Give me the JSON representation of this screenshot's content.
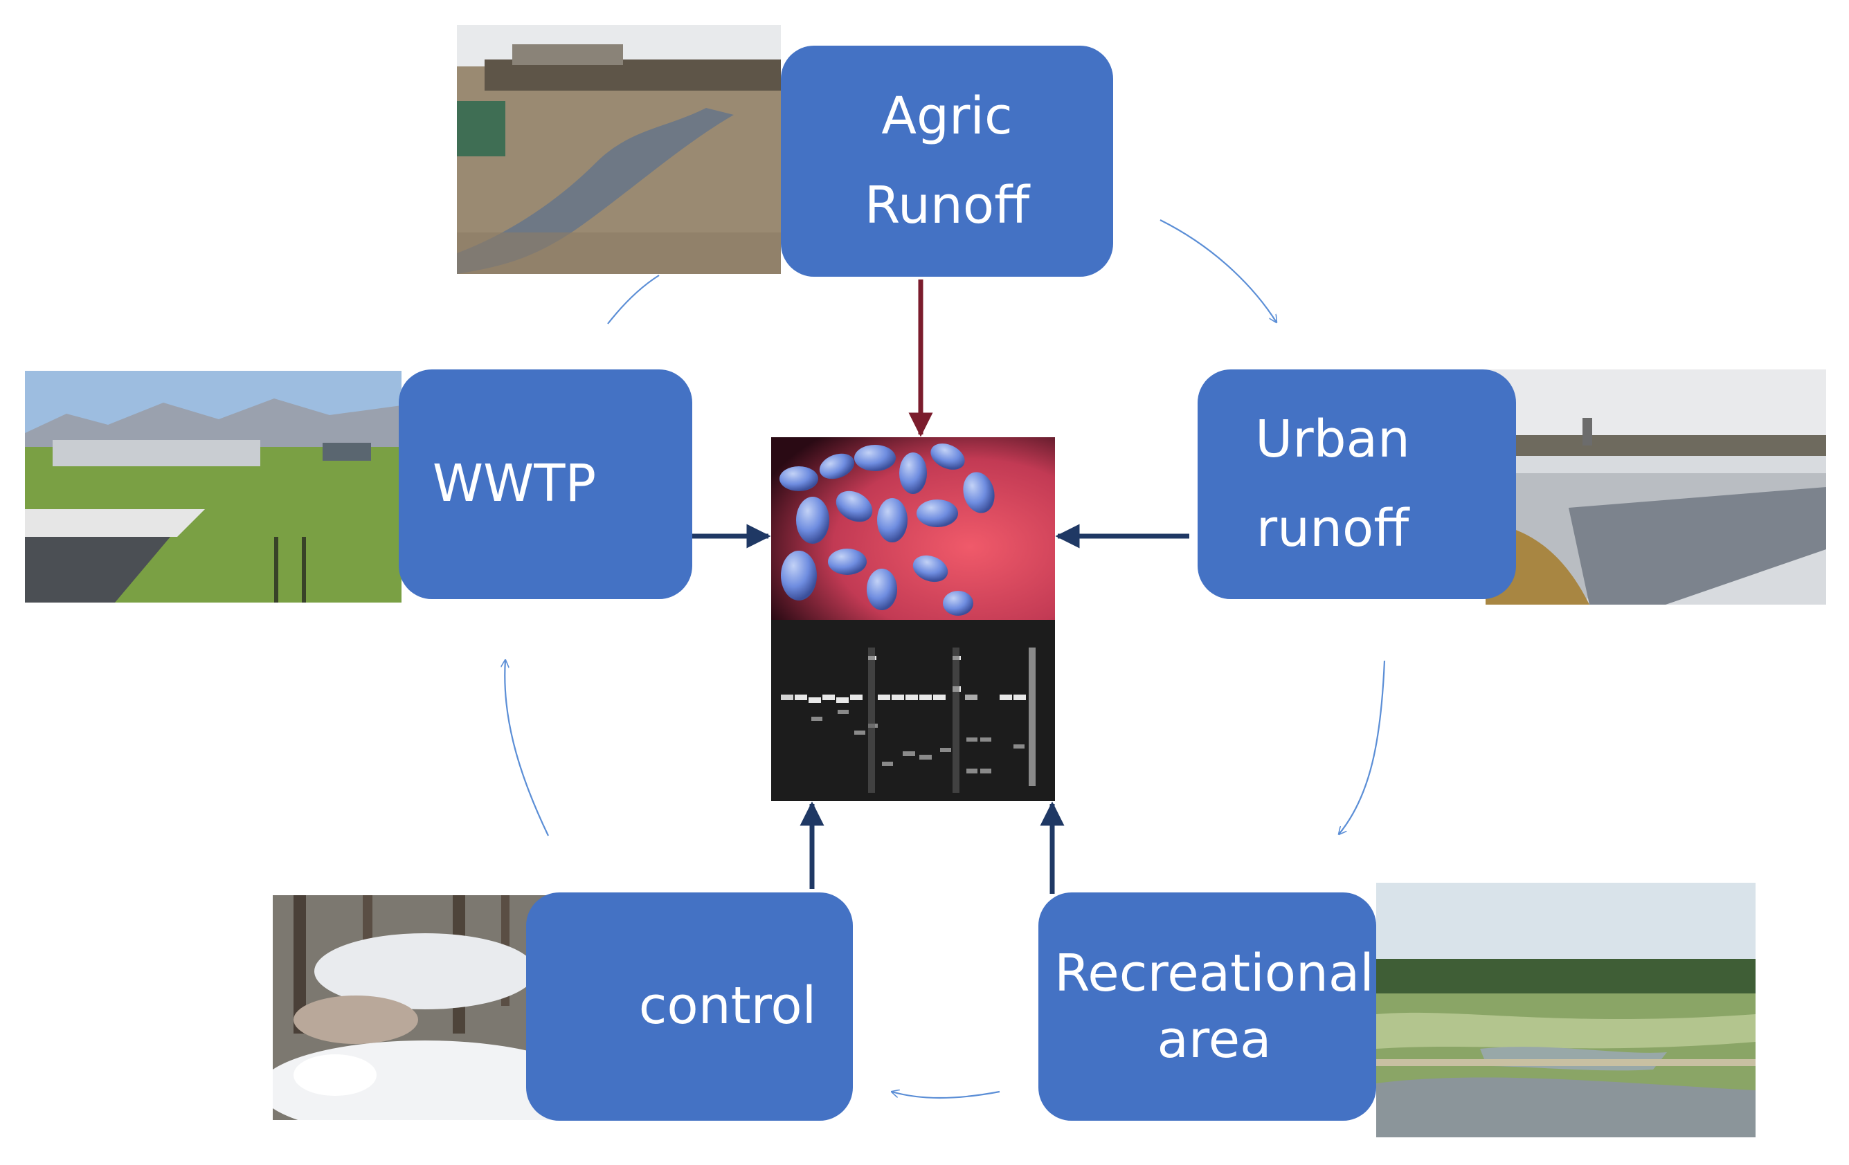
{
  "nodes": {
    "agric": {
      "line1": "Agric",
      "line2": "Runoff"
    },
    "wwtp": {
      "line1": "WWTP"
    },
    "urban": {
      "line1": "Urban",
      "line2": "runoff"
    },
    "control": {
      "line1": "control"
    },
    "recreational": {
      "line1": "Recreational",
      "line2": "area"
    }
  },
  "colors": {
    "node_fill": "#4472c4",
    "node_text": "#ffffff",
    "connector_navy": "#1f3864",
    "connector_maroon": "#7b1c2c",
    "cycle_arrow": "#5b8ed6"
  },
  "images": {
    "agric": "dairy-farm-runoff-photo",
    "wwtp": "treatment-plant-photo",
    "urban": "urban-channel-photo",
    "control": "snowy-stream-photo",
    "recreational": "wetland-photo",
    "center_top": "bacteria-micrograph",
    "center_bottom": "gel-electrophoresis-image"
  }
}
